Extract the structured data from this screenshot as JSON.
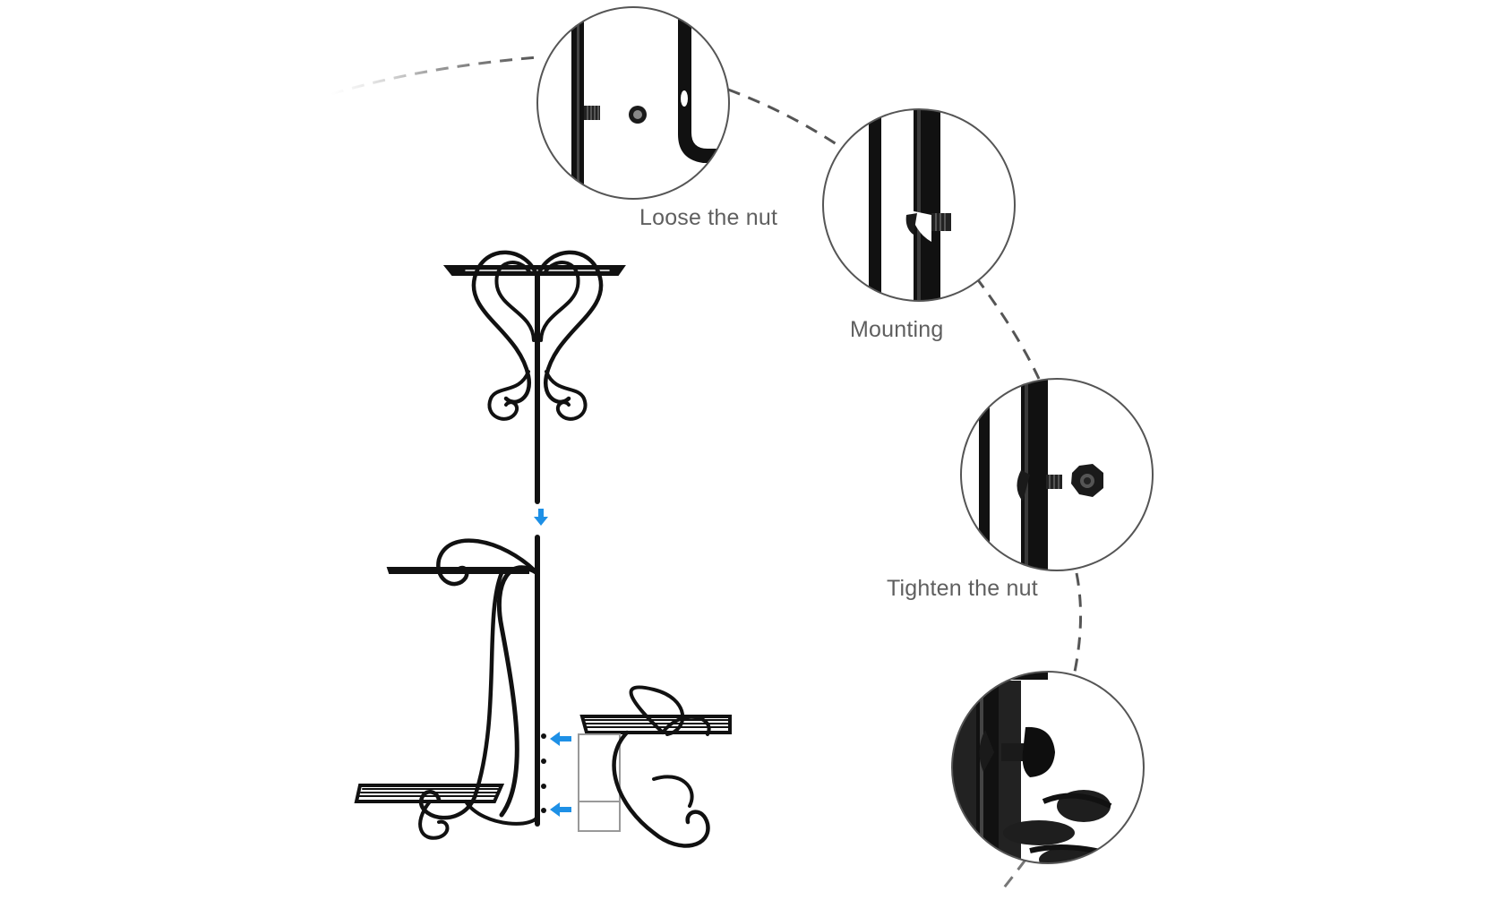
{
  "steps": [
    {
      "label": "Loose the nut"
    },
    {
      "label": "Mounting"
    },
    {
      "label": "Tighten the nut"
    }
  ],
  "icons": {
    "arrow_color": "#1e90e6",
    "dash_color": "#555555",
    "metal_color": "#111111"
  }
}
